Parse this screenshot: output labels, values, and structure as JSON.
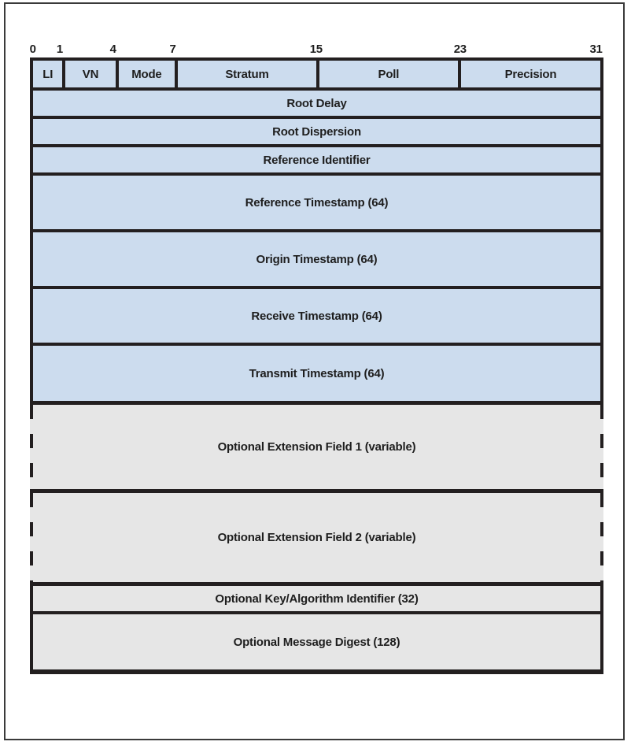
{
  "colors": {
    "field_fill": "#ccdcee",
    "optional_fill": "#e6e6e6",
    "border": "#231f20",
    "text": "#1e1e1e",
    "frame": "#3a3a3a"
  },
  "bit_ruler": {
    "labels": [
      "0",
      "1",
      "4",
      "7",
      "15",
      "23",
      "31"
    ]
  },
  "header_fields": [
    "LI",
    "VN",
    "Mode",
    "Stratum",
    "Poll",
    "Precision"
  ],
  "word_rows": [
    "Root Delay",
    "Root Dispersion",
    "Reference Identifier"
  ],
  "timestamp_rows": [
    "Reference Timestamp (64)",
    "Origin Timestamp (64)",
    "Receive Timestamp (64)",
    "Transmit Timestamp (64)"
  ],
  "optional_rows": [
    "Optional Extension Field 1 (variable)",
    "Optional Extension Field 2 (variable)",
    "Optional Key/Algorithm Identifier (32)",
    "Optional Message Digest (128)"
  ]
}
